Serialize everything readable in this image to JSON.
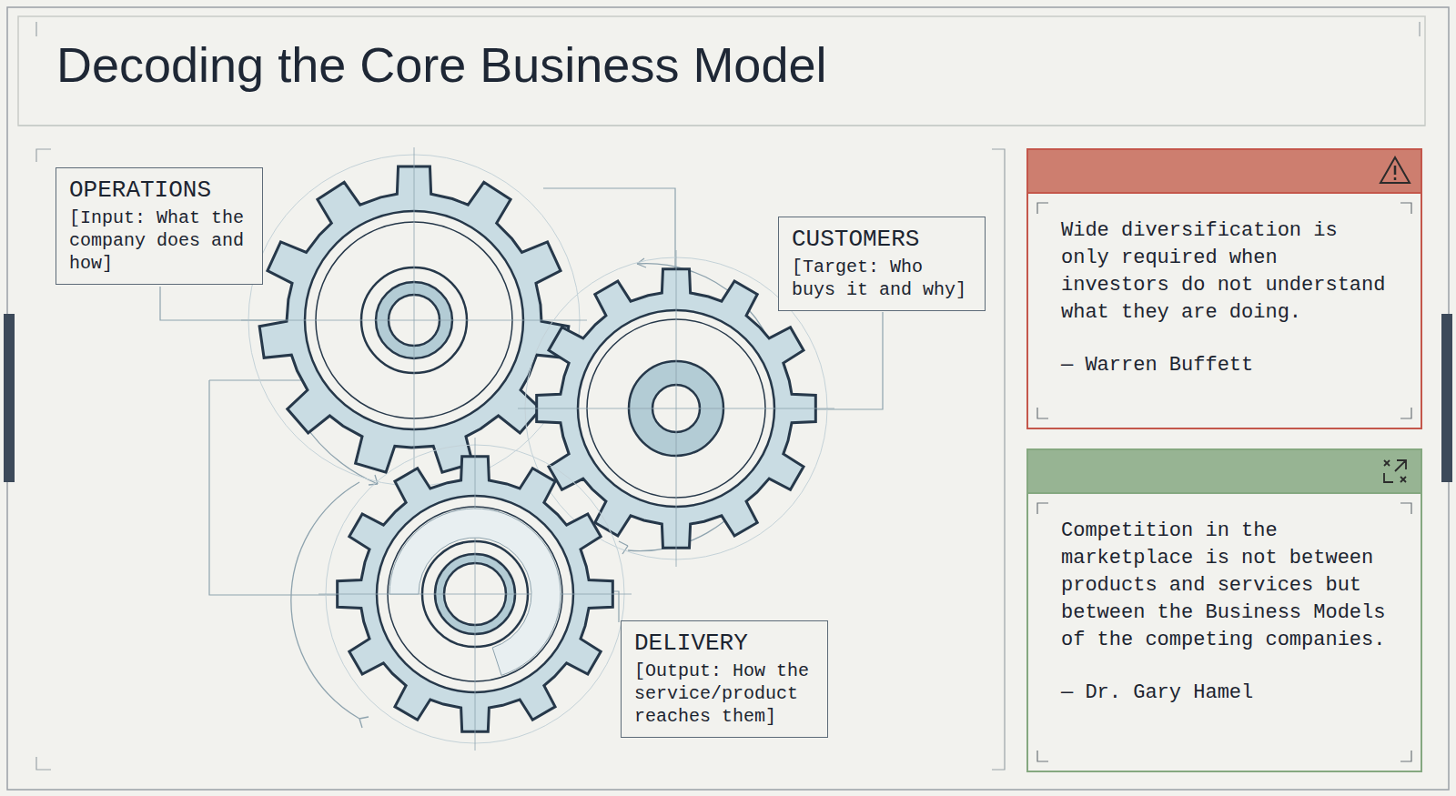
{
  "diagram": {
    "title": "Decoding the Core Business Model",
    "nodes": [
      {
        "text": [
          "OPERATIONS",
          "[Input: What the company does and how]"
        ]
      },
      {
        "text": [
          "CUSTOMERS",
          "[Target: Who buys it and why]"
        ]
      },
      {
        "text": [
          "DELIVERY",
          "[Output: How the service/product reaches them]"
        ]
      },
      {
        "text": [
          "Wide diversification is only required when investors do not understand what they are doing.",
          "— Warren Buffett"
        ]
      },
      {
        "text": [
          "Competition in the marketplace is not between products and services but between the Business Models of the competing companies.",
          "— Dr. Gary Hamel"
        ]
      }
    ]
  }
}
